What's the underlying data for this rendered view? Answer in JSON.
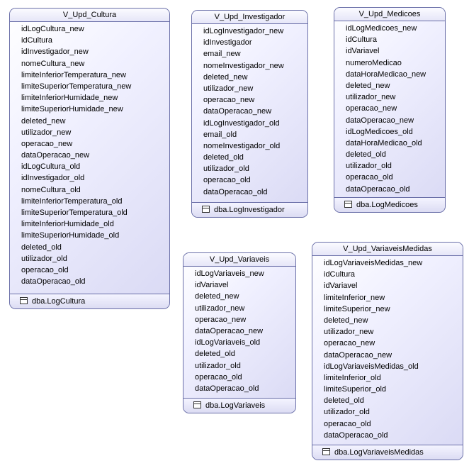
{
  "entities": [
    {
      "title": "V_Upd_Cultura",
      "source": "dba.LogCultura",
      "fields": [
        "idLogCultura_new",
        "idCultura",
        "idInvestigador_new",
        "nomeCultura_new",
        "limiteInferiorTemperatura_new",
        "limiteSuperiorTemperatura_new",
        "limiteInferiorHumidade_new",
        "limiteSuperiorHumidade_new",
        "deleted_new",
        "utilizador_new",
        "operacao_new",
        "dataOperacao_new",
        "idLogCultura_old",
        "idInvestigador_old",
        "nomeCultura_old",
        "limiteInferiorTemperatura_old",
        "limiteSuperiorTemperatura_old",
        "limiteInferiorHumidade_old",
        "limiteSuperiorHumidade_old",
        "deleted_old",
        "utilizador_old",
        "operacao_old",
        "dataOperacao_old"
      ]
    },
    {
      "title": "V_Upd_Investigador",
      "source": "dba.LogInvestigador",
      "fields": [
        "idLogInvestigador_new",
        "idInvestigador",
        "email_new",
        "nomeInvestigador_new",
        "deleted_new",
        "utilizador_new",
        "operacao_new",
        "dataOperacao_new",
        "idLogInvestigador_old",
        "email_old",
        "nomeInvestigador_old",
        "deleted_old",
        "utilizador_old",
        "operacao_old",
        "dataOperacao_old"
      ]
    },
    {
      "title": "V_Upd_Medicoes",
      "source": "dba.LogMedicoes",
      "fields": [
        "idLogMedicoes_new",
        "idCultura",
        "idVariavel",
        "numeroMedicao",
        "dataHoraMedicao_new",
        "deleted_new",
        "utilizador_new",
        "operacao_new",
        "dataOperacao_new",
        "idLogMedicoes_old",
        "dataHoraMedicao_old",
        "deleted_old",
        "utilizador_old",
        "operacao_old",
        "dataOperacao_old"
      ]
    },
    {
      "title": "V_Upd_Variaveis",
      "source": "dba.LogVariaveis",
      "fields": [
        "idLogVariaveis_new",
        "idVariavel",
        "deleted_new",
        "utilizador_new",
        "operacao_new",
        "dataOperacao_new",
        "idLogVariaveis_old",
        "deleted_old",
        "utilizador_old",
        "operacao_old",
        "dataOperacao_old"
      ]
    },
    {
      "title": "V_Upd_VariaveisMedidas",
      "source": "dba.LogVariaveisMedidas",
      "fields": [
        "idLogVariaveisMedidas_new",
        "idCultura",
        "idVariavel",
        "limiteInferior_new",
        "limiteSuperior_new",
        "deleted_new",
        "utilizador_new",
        "operacao_new",
        "dataOperacao_new",
        "idLogVariaveisMedidas_old",
        "limiteInferior_old",
        "limiteSuperior_old",
        "deleted_old",
        "utilizador_old",
        "operacao_old",
        "dataOperacao_old"
      ]
    }
  ]
}
